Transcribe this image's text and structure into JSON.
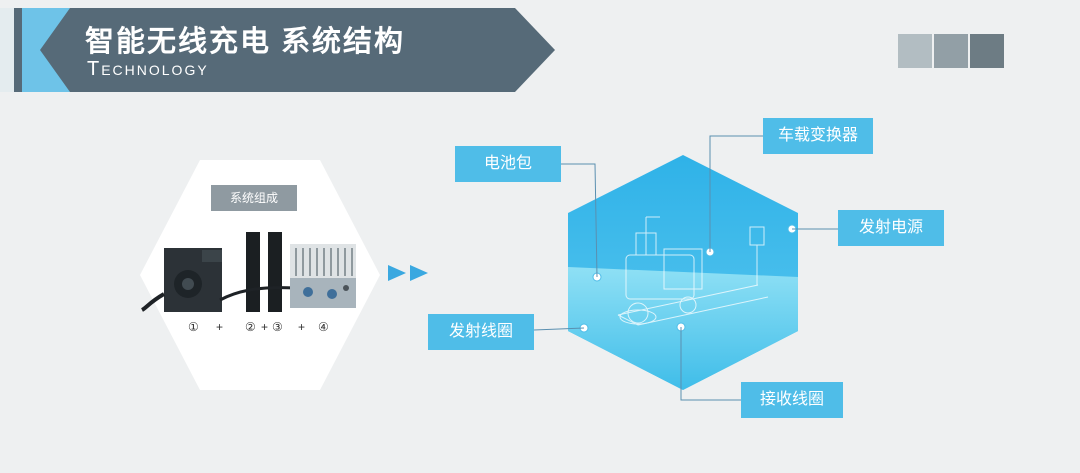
{
  "header": {
    "title": "智能无线充电  系统结构",
    "subtitle": "Technology"
  },
  "components_panel": {
    "tag_label": "系统组成",
    "labels": [
      "①",
      "+",
      "②",
      "+",
      "③",
      "+",
      "④"
    ]
  },
  "system_diagram": {
    "callouts": {
      "battery_pack": "电池包",
      "onboard_converter": "车载变换器",
      "transmit_power": "发射电源",
      "transmit_coil": "发射线圈",
      "receive_coil": "接收线圈"
    }
  },
  "colors": {
    "banner": "#566a78",
    "accent_blue": "#4fbde8",
    "logo_light_blue": "#6ec3e8",
    "square_1": "#b2bdc2",
    "square_2": "#929fa6",
    "square_3": "#6d7c84"
  },
  "icons": [
    "logo-k-icon",
    "double-arrow-icon"
  ]
}
